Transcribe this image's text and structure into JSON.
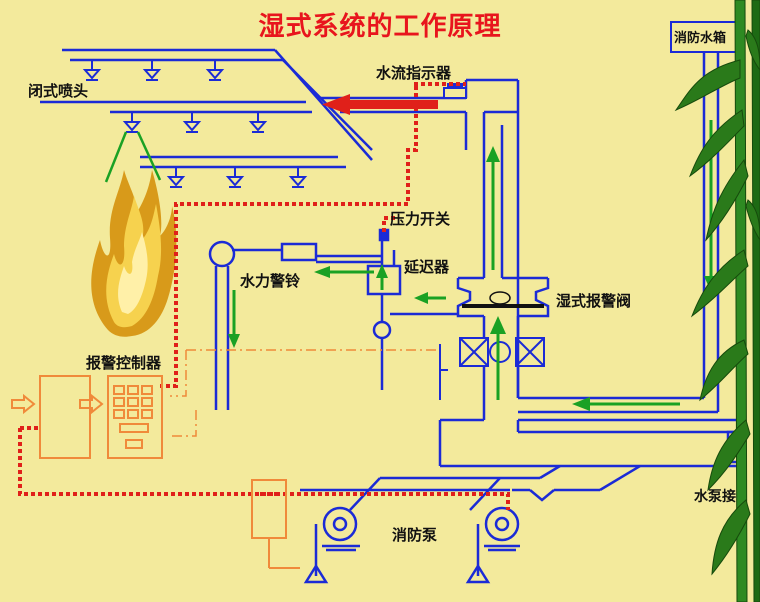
{
  "title": "湿式系统的工作原理",
  "labels": {
    "closed_sprinkler": "闭式喷头",
    "flow_indicator": "水流指示器",
    "fire_water_tank": "消防水箱",
    "pressure_switch": "压力开关",
    "delay_device": "延迟器",
    "water_gong": "水力警铃",
    "wet_alarm_valve": "湿式报警阀",
    "alarm_controller": "报警控制器",
    "fire_pump": "消防泵",
    "pump_adapter_partial": "水泵接"
  },
  "colors": {
    "pipe": "#1b2bd6",
    "flow_arrow": "#1aa124",
    "signal": "#e0201a",
    "controller": "#f08a3a",
    "background": "#f3ea9c",
    "title": "#e8151d"
  }
}
